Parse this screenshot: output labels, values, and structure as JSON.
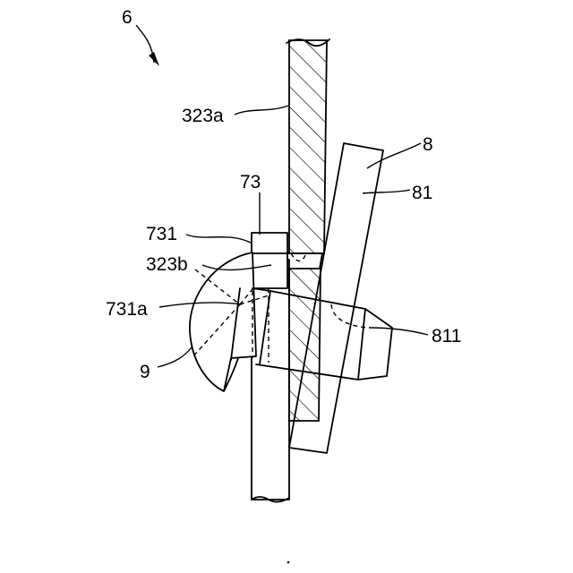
{
  "labels": {
    "label_6": "6",
    "label_323a": "323a",
    "label_8": "8",
    "label_81": "81",
    "label_73": "73",
    "label_731": "731",
    "label_323b": "323b",
    "label_731a": "731a",
    "label_811": "811",
    "label_9": "9"
  },
  "colors": {
    "line": "#000000",
    "background": "#ffffff"
  }
}
